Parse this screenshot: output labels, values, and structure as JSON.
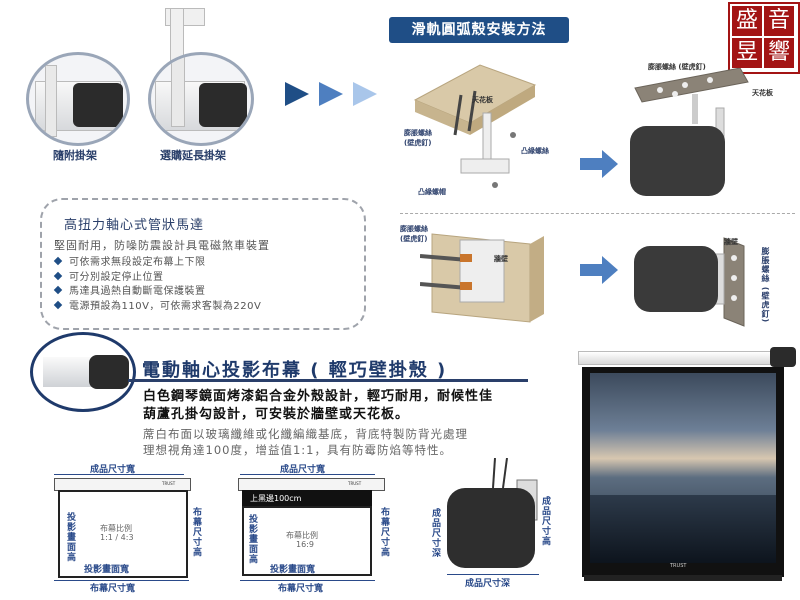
{
  "brackets": {
    "included_label": "隨附掛架",
    "extension_label": "選購延長掛架"
  },
  "install": {
    "title": "滑軌圓弧殼安裝方法",
    "ceiling_labels": {
      "ceiling": "天花板",
      "expansion_screw": "膨脹螺絲",
      "wall_anchor": "(壁虎釘)",
      "convex_screw": "凸緣螺絲",
      "convex_nut": "凸緣螺帽",
      "expansion_screw_anchor": "膨脹螺絲 (壁虎釘)",
      "ceiling_right": "天花板"
    },
    "wall_labels": {
      "expansion_screw": "膨脹螺絲",
      "wall_anchor": "(壁虎釘)",
      "wall": "牆壁",
      "wall_right": "牆壁",
      "expansion_screw_vertical": "膨脹螺絲 (壁虎釘)"
    }
  },
  "logo": {
    "chars": [
      "盛",
      "音",
      "昱",
      "響"
    ]
  },
  "motor": {
    "title": "高扭力軸心式管狀馬達",
    "subtitle": "堅固耐用，防噪防震設計具電磁煞車裝置",
    "features": [
      "可依需求無段設定布幕上下限",
      "可分別設定停止位置",
      "馬達具過熱自動斷電保護裝置",
      "電源預設為110V，可依需求客製為220V"
    ]
  },
  "product": {
    "title": "電動軸心投影布幕 ( 輕巧壁掛殼 )",
    "desc_bold_1": "白色鋼琴鏡面烤漆鋁合金外殼設計，輕巧耐用，耐候性佳",
    "desc_bold_2": "葫蘆孔掛勾設計，可安裝於牆壁或天花板。",
    "desc_1": "蓆白布面以玻璃纖維或化纖編織基底，背底特製防背光處理",
    "desc_2": "理想視角達100度，增益值1:1，具有防霉防焰等特性。"
  },
  "dimensions": {
    "d1": {
      "product_width": "成品尺寸寬",
      "proj_height": "投影畫面高",
      "ratio_label": "布幕比例",
      "ratio": "1:1 / 4:3",
      "proj_width": "投影畫面寬",
      "screen_width": "布幕尺寸寬",
      "screen_height": "布幕尺寸高",
      "brand": "TRUST"
    },
    "d2": {
      "product_width": "成品尺寸寬",
      "top_black": "上黑邊100cm",
      "proj_height": "投影畫面高",
      "ratio_label": "布幕比例",
      "ratio": "16:9",
      "proj_width": "投影畫面寬",
      "screen_width": "布幕尺寸寬",
      "screen_height": "布幕尺寸高",
      "brand": "TRUST"
    },
    "d3": {
      "product_depth_v": "成品尺寸深",
      "product_depth_h": "成品尺寸深",
      "product_height": "成品尺寸高"
    }
  },
  "photo": {
    "brand": "TRUST"
  }
}
